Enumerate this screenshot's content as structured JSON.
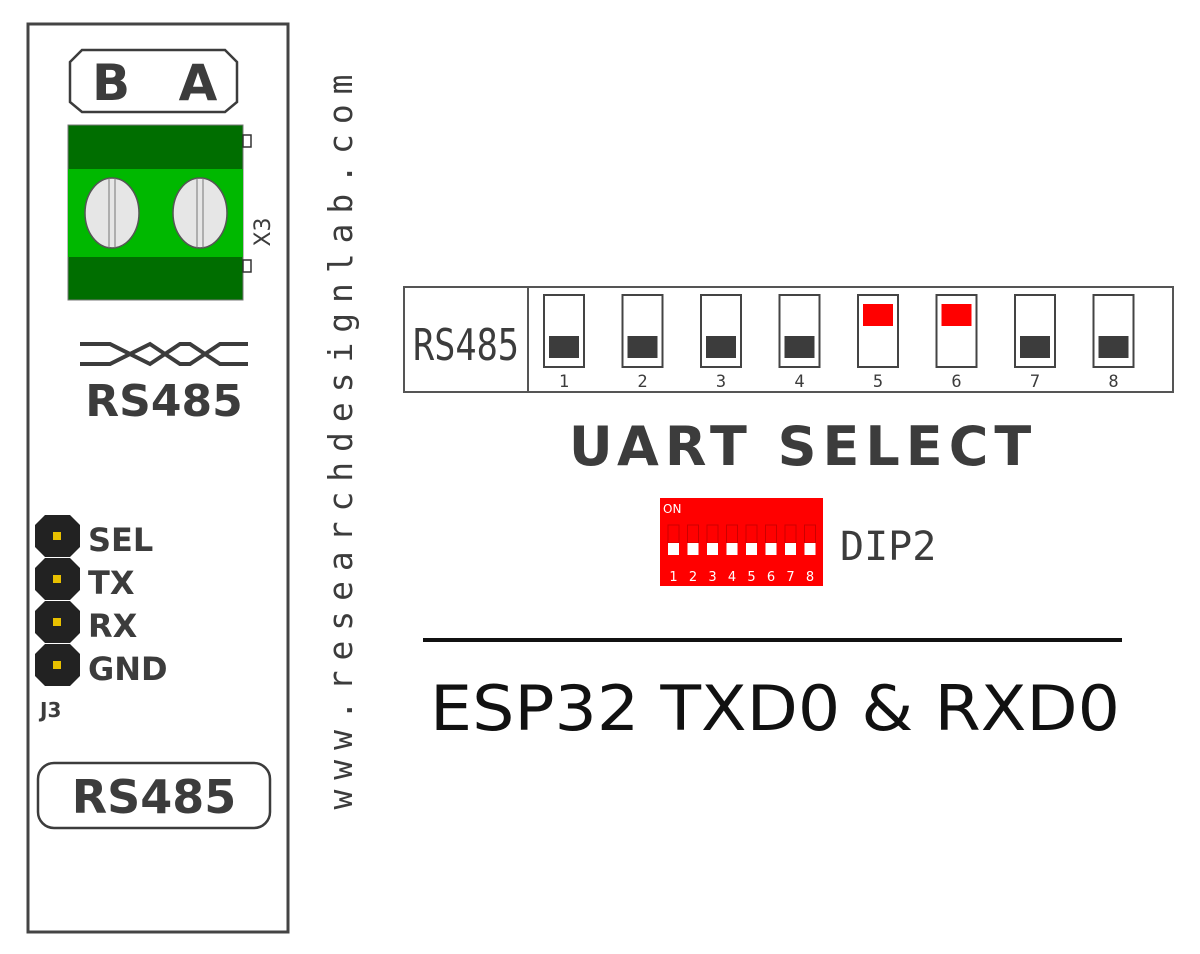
{
  "board": {
    "terminal_labels": [
      "B",
      "A"
    ],
    "terminal_ref": "X3",
    "rs485_label": "RS485",
    "header_pins": [
      "SEL",
      "TX",
      "RX",
      "GND"
    ],
    "header_ref": "J3",
    "bottom_label": "RS485",
    "website": "www.researchdesignlab.com"
  },
  "uart_select": {
    "switch_group_label": "RS485",
    "switches": [
      {
        "number": "1",
        "on": false
      },
      {
        "number": "2",
        "on": false
      },
      {
        "number": "3",
        "on": false
      },
      {
        "number": "4",
        "on": false
      },
      {
        "number": "5",
        "on": true
      },
      {
        "number": "6",
        "on": true
      },
      {
        "number": "7",
        "on": false
      },
      {
        "number": "8",
        "on": false
      }
    ],
    "title": "UART SELECT",
    "dip_on_label": "ON",
    "dip_numbers": [
      "1",
      "2",
      "3",
      "4",
      "5",
      "6",
      "7",
      "8"
    ],
    "dip_ref": "DIP2",
    "caption": "ESP32 TXD0 & RXD0"
  },
  "colors": {
    "silk": "#3c3c3c",
    "terminal_dark": "#006e00",
    "terminal_light": "#00b800",
    "switch_on": "#ff0000",
    "dip_body": "#ff0000",
    "pin_pad": "#e8c000"
  }
}
